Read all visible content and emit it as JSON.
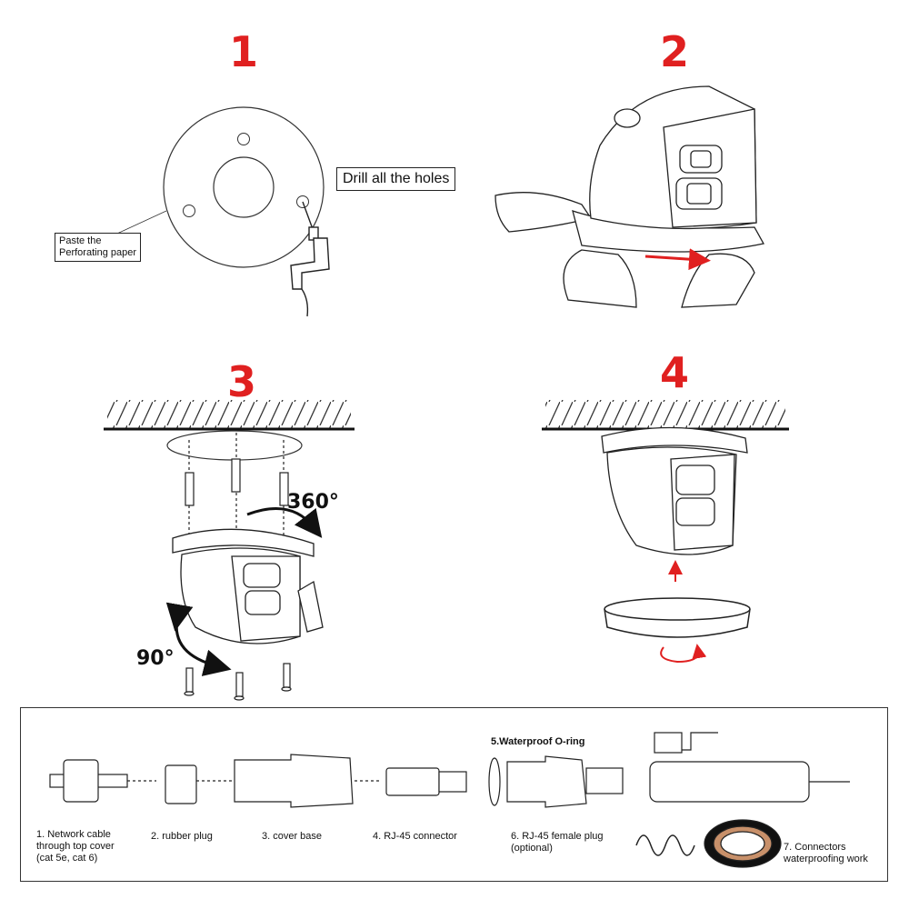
{
  "steps": {
    "s1": {
      "number": "1",
      "drill_label": "Drill all the holes",
      "paste_label": "Paste the\nPerforating paper"
    },
    "s2": {
      "number": "2"
    },
    "s3": {
      "number": "3",
      "rotation_pan": "360°",
      "rotation_tilt": "90°"
    },
    "s4": {
      "number": "4"
    }
  },
  "cable_parts": {
    "oring_title": "5.Waterproof O-ring",
    "items": [
      {
        "label": "1. Network cable\nthrough top cover\n(cat 5e, cat 6)"
      },
      {
        "label": "2. rubber plug"
      },
      {
        "label": "3. cover base"
      },
      {
        "label": "4. RJ-45 connector"
      },
      {
        "label": "6. RJ-45 female plug\n   (optional)"
      },
      {
        "label": "7. Connectors\nwaterproofing work"
      }
    ]
  },
  "colors": {
    "accent_red": "#e02020",
    "line": "#222222"
  }
}
